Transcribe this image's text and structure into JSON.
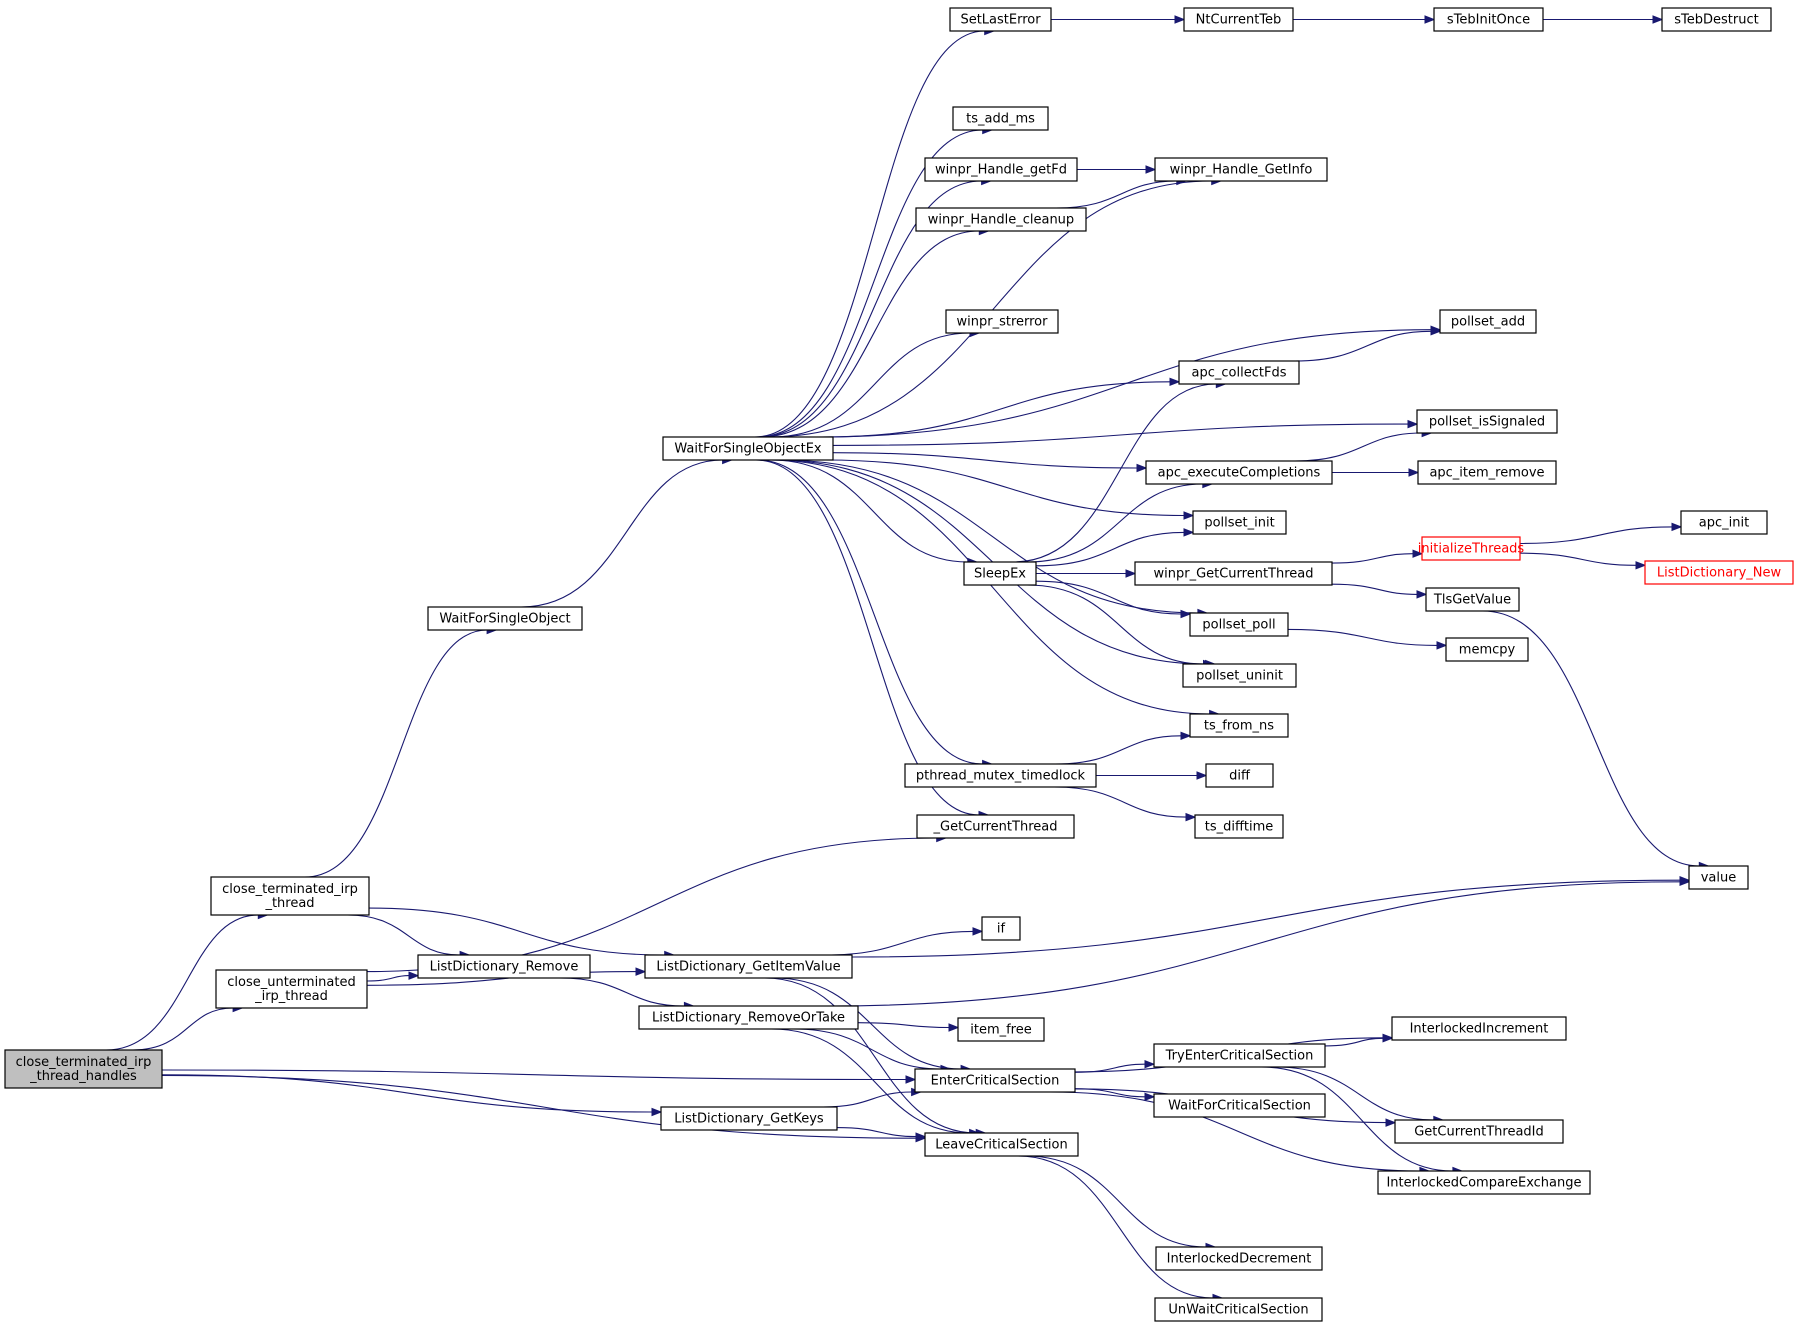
{
  "graph": {
    "nodes": [
      {
        "id": "root",
        "lines": [
          "close_terminated_irp",
          "_thread_handles"
        ],
        "style": "root"
      },
      {
        "id": "ctit",
        "lines": [
          "close_terminated_irp",
          "_thread"
        ]
      },
      {
        "id": "cuit",
        "lines": [
          "close_unterminated",
          "_irp_thread"
        ]
      },
      {
        "id": "wfso",
        "lines": [
          "WaitForSingleObject"
        ]
      },
      {
        "id": "wfsoex",
        "lines": [
          "WaitForSingleObjectEx"
        ]
      },
      {
        "id": "ldrem",
        "lines": [
          "ListDictionary_Remove"
        ]
      },
      {
        "id": "ldgiv",
        "lines": [
          "ListDictionary_GetItemValue"
        ]
      },
      {
        "id": "ldrot",
        "lines": [
          "ListDictionary_RemoveOrTake"
        ]
      },
      {
        "id": "ldgk",
        "lines": [
          "ListDictionary_GetKeys"
        ]
      },
      {
        "id": "sle",
        "lines": [
          "SetLastError"
        ]
      },
      {
        "id": "nct",
        "lines": [
          "NtCurrentTeb"
        ]
      },
      {
        "id": "stio",
        "lines": [
          "sTebInitOnce"
        ]
      },
      {
        "id": "std",
        "lines": [
          "sTebDestruct"
        ]
      },
      {
        "id": "tsaddms",
        "lines": [
          "ts_add_ms"
        ]
      },
      {
        "id": "hgfd",
        "lines": [
          "winpr_Handle_getFd"
        ]
      },
      {
        "id": "hgi",
        "lines": [
          "winpr_Handle_GetInfo"
        ]
      },
      {
        "id": "hcl",
        "lines": [
          "winpr_Handle_cleanup"
        ]
      },
      {
        "id": "wstr",
        "lines": [
          "winpr_strerror"
        ]
      },
      {
        "id": "padd",
        "lines": [
          "pollset_add"
        ]
      },
      {
        "id": "acf",
        "lines": [
          "apc_collectFds"
        ]
      },
      {
        "id": "psig",
        "lines": [
          "pollset_isSignaled"
        ]
      },
      {
        "id": "aec",
        "lines": [
          "apc_executeCompletions"
        ]
      },
      {
        "id": "air",
        "lines": [
          "apc_item_remove"
        ]
      },
      {
        "id": "pinit",
        "lines": [
          "pollset_init"
        ]
      },
      {
        "id": "sleepex",
        "lines": [
          "SleepEx"
        ]
      },
      {
        "id": "wgct",
        "lines": [
          "winpr_GetCurrentThread"
        ]
      },
      {
        "id": "initt",
        "lines": [
          "initializeThreads"
        ],
        "style": "trunc"
      },
      {
        "id": "apcinit",
        "lines": [
          "apc_init"
        ]
      },
      {
        "id": "ldnew",
        "lines": [
          "ListDictionary_New"
        ],
        "style": "trunc"
      },
      {
        "id": "tgv",
        "lines": [
          "TlsGetValue"
        ]
      },
      {
        "id": "ppoll",
        "lines": [
          "pollset_poll"
        ]
      },
      {
        "id": "memcpy",
        "lines": [
          "memcpy"
        ]
      },
      {
        "id": "puninit",
        "lines": [
          "pollset_uninit"
        ]
      },
      {
        "id": "tsfns",
        "lines": [
          "ts_from_ns"
        ]
      },
      {
        "id": "pmt",
        "lines": [
          "pthread_mutex_timedlock"
        ]
      },
      {
        "id": "diff",
        "lines": [
          "diff"
        ]
      },
      {
        "id": "tsdt",
        "lines": [
          "ts_difftime"
        ]
      },
      {
        "id": "gct",
        "lines": [
          "_GetCurrentThread"
        ]
      },
      {
        "id": "value",
        "lines": [
          "value"
        ]
      },
      {
        "id": "if",
        "lines": [
          "if"
        ]
      },
      {
        "id": "itemfree",
        "lines": [
          "item_free"
        ]
      },
      {
        "id": "ecs",
        "lines": [
          "EnterCriticalSection"
        ]
      },
      {
        "id": "tecs",
        "lines": [
          "TryEnterCriticalSection"
        ]
      },
      {
        "id": "iinc",
        "lines": [
          "InterlockedIncrement"
        ]
      },
      {
        "id": "wfcs",
        "lines": [
          "WaitForCriticalSection"
        ]
      },
      {
        "id": "gctid",
        "lines": [
          "GetCurrentThreadId"
        ]
      },
      {
        "id": "lcs",
        "lines": [
          "LeaveCriticalSection"
        ]
      },
      {
        "id": "ice",
        "lines": [
          "InterlockedCompareExchange"
        ]
      },
      {
        "id": "idec",
        "lines": [
          "InterlockedDecrement"
        ]
      },
      {
        "id": "uwcs",
        "lines": [
          "UnWaitCriticalSection"
        ]
      }
    ],
    "edges": [
      [
        "root",
        "ctit"
      ],
      [
        "root",
        "cuit"
      ],
      [
        "root",
        "ecs"
      ],
      [
        "root",
        "ldgk"
      ],
      [
        "root",
        "lcs"
      ],
      [
        "ctit",
        "wfso"
      ],
      [
        "ctit",
        "ldrem"
      ],
      [
        "ctit",
        "ldgiv"
      ],
      [
        "cuit",
        "gct"
      ],
      [
        "cuit",
        "ldrem"
      ],
      [
        "cuit",
        "ldgiv"
      ],
      [
        "wfso",
        "wfsoex"
      ],
      [
        "wfsoex",
        "sle"
      ],
      [
        "wfsoex",
        "hgi"
      ],
      [
        "wfsoex",
        "tsaddms"
      ],
      [
        "wfsoex",
        "hgfd"
      ],
      [
        "wfsoex",
        "hcl"
      ],
      [
        "wfsoex",
        "padd"
      ],
      [
        "wfsoex",
        "wstr"
      ],
      [
        "wfsoex",
        "acf"
      ],
      [
        "wfsoex",
        "psig"
      ],
      [
        "wfsoex",
        "aec"
      ],
      [
        "wfsoex",
        "pinit"
      ],
      [
        "wfsoex",
        "sleepex"
      ],
      [
        "wfsoex",
        "ppoll"
      ],
      [
        "wfsoex",
        "puninit"
      ],
      [
        "wfsoex",
        "tsfns"
      ],
      [
        "wfsoex",
        "pmt"
      ],
      [
        "wfsoex",
        "gct"
      ],
      [
        "sle",
        "nct"
      ],
      [
        "nct",
        "stio"
      ],
      [
        "stio",
        "std"
      ],
      [
        "hgfd",
        "hgi"
      ],
      [
        "hcl",
        "hgi"
      ],
      [
        "acf",
        "padd"
      ],
      [
        "aec",
        "psig"
      ],
      [
        "aec",
        "air"
      ],
      [
        "sleepex",
        "acf"
      ],
      [
        "sleepex",
        "aec"
      ],
      [
        "sleepex",
        "pinit"
      ],
      [
        "sleepex",
        "wgct"
      ],
      [
        "sleepex",
        "ppoll"
      ],
      [
        "sleepex",
        "puninit"
      ],
      [
        "wgct",
        "initt"
      ],
      [
        "wgct",
        "tgv"
      ],
      [
        "initt",
        "apcinit"
      ],
      [
        "initt",
        "ldnew"
      ],
      [
        "tgv",
        "value"
      ],
      [
        "ppoll",
        "memcpy"
      ],
      [
        "pmt",
        "tsfns"
      ],
      [
        "pmt",
        "diff"
      ],
      [
        "pmt",
        "tsdt"
      ],
      [
        "ldrem",
        "ldrot"
      ],
      [
        "ldgiv",
        "value"
      ],
      [
        "ldgiv",
        "if"
      ],
      [
        "ldgiv",
        "ecs"
      ],
      [
        "ldgiv",
        "lcs"
      ],
      [
        "ldrot",
        "value"
      ],
      [
        "ldrot",
        "itemfree"
      ],
      [
        "ldrot",
        "ecs"
      ],
      [
        "ldrot",
        "lcs"
      ],
      [
        "ldgk",
        "ecs"
      ],
      [
        "ldgk",
        "lcs"
      ],
      [
        "ecs",
        "tecs"
      ],
      [
        "ecs",
        "iinc"
      ],
      [
        "ecs",
        "wfcs"
      ],
      [
        "ecs",
        "gctid"
      ],
      [
        "ecs",
        "ice"
      ],
      [
        "tecs",
        "iinc"
      ],
      [
        "tecs",
        "gctid"
      ],
      [
        "tecs",
        "ice"
      ],
      [
        "lcs",
        "idec"
      ],
      [
        "lcs",
        "uwcs"
      ]
    ]
  }
}
